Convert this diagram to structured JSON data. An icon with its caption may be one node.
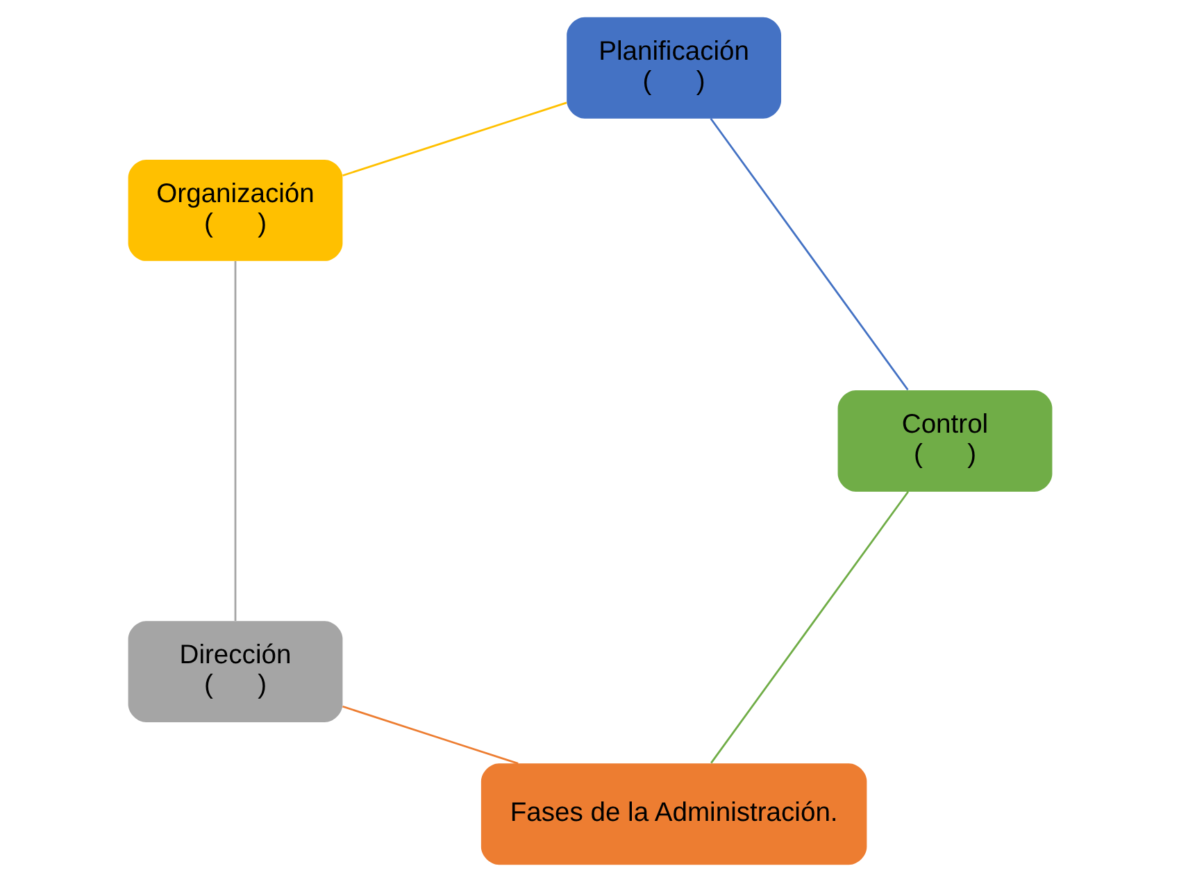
{
  "diagram": {
    "nodes": [
      {
        "text": [
          "Fases de la Administración."
        ]
      },
      {
        "text": [
          "Dirección",
          "(      )"
        ]
      },
      {
        "text": [
          "Organización",
          "(      )"
        ]
      },
      {
        "text": [
          "Planificación",
          "(      )"
        ]
      },
      {
        "text": [
          "Control",
          "(      )"
        ]
      }
    ],
    "edges": [
      {
        "from": 0,
        "to": 1,
        "arrow": "none",
        "color": "#ed7d31"
      },
      {
        "from": 1,
        "to": 2,
        "arrow": "none",
        "color": "#a5a5a5"
      },
      {
        "from": 2,
        "to": 3,
        "arrow": "none",
        "color": "#ffc000"
      },
      {
        "from": 3,
        "to": 4,
        "arrow": "none",
        "color": "#4472c4"
      },
      {
        "from": 4,
        "to": 0,
        "arrow": "none",
        "color": "#70ad47"
      }
    ]
  }
}
